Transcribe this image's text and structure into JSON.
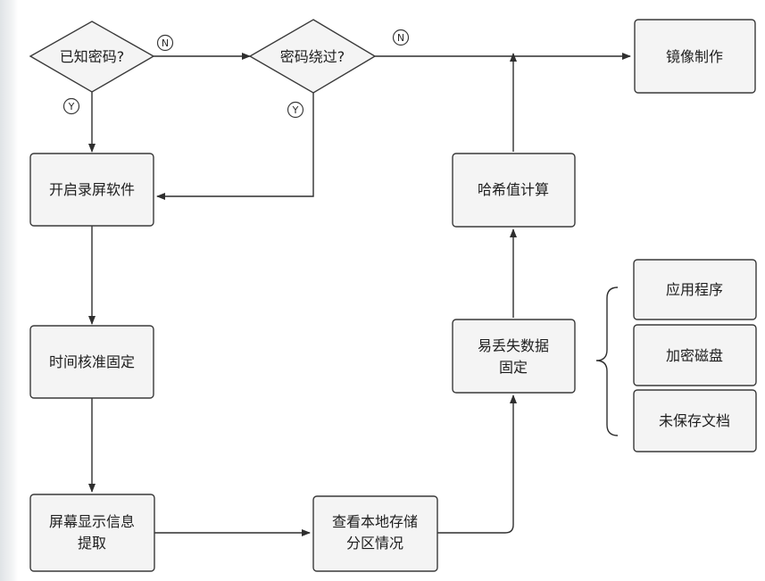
{
  "nodes": {
    "known_password": "已知密码?",
    "password_bypass": "密码绕过?",
    "image_making": "镜像制作",
    "start_recording": "开启录屏软件",
    "time_calibration": "时间核准固定",
    "screen_info_line1": "屏幕显示信息",
    "screen_info_line2": "提取",
    "check_storage_line1": "查看本地存储",
    "check_storage_line2": "分区情况",
    "volatile_data_line1": "易丢失数据",
    "volatile_data_line2": "固定",
    "hash_calc": "哈希值计算",
    "applications": "应用程序",
    "encrypted_disk": "加密磁盘",
    "unsaved_docs": "未保存文档"
  },
  "edge_labels": {
    "known_password_no": "N",
    "known_password_yes": "Y",
    "password_bypass_no": "N",
    "password_bypass_yes": "Y"
  }
}
